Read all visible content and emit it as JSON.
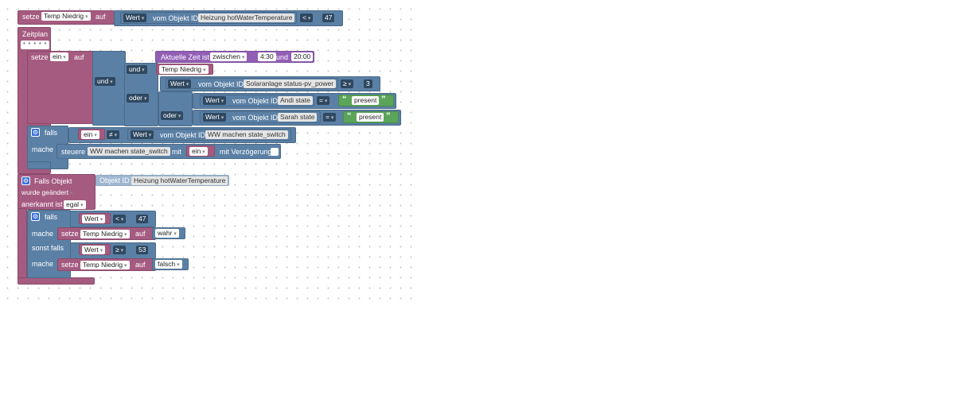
{
  "blocks": {
    "set1": {
      "setze": "setze",
      "variable": "Temp Niedrig",
      "auf": "auf",
      "value_wert": "Wert",
      "vom_objekt_id": "vom Objekt ID",
      "object_id": "Heizung hotWaterTemperature",
      "op": "<",
      "number": "47"
    },
    "zeitplan": {
      "label": "Zeitplan",
      "cron": "* * * * *",
      "set": {
        "setze": "setze",
        "variable": "ein",
        "auf": "auf",
        "und_outer": "und",
        "zeit": {
          "label": "Aktuelle Zeit ist",
          "mode": "zwischen",
          "from": "4:30",
          "und": "und",
          "to": "20:00"
        },
        "und_inner": "und",
        "temp_var": "Temp Niedrig",
        "solar": {
          "wert": "Wert",
          "vom_objekt_id": "vom Objekt ID",
          "object_id": "Solaranlage status-pv_power",
          "op": "≥",
          "number": "3"
        },
        "oder_outer": "oder",
        "andi": {
          "wert": "Wert",
          "vom_objekt_id": "vom Objekt ID",
          "object_id": "Andi state",
          "op": "=",
          "text": "present"
        },
        "oder_inner": "oder",
        "sarah": {
          "wert": "Wert",
          "vom_objekt_id": "vom Objekt ID",
          "object_id": "Sarah state",
          "op": "=",
          "text": "present"
        }
      },
      "falls": {
        "falls": "falls",
        "var": "ein",
        "op": "≠",
        "wert": "Wert",
        "vom_objekt_id": "vom Objekt ID",
        "object_id": "WW machen state_switch",
        "mache": "mache",
        "steuere": "steuere",
        "target": "WW machen state_switch",
        "mit": "mit",
        "value": "ein",
        "mit_verzoegerung": "mit Verzögerung"
      }
    },
    "trigger": {
      "label": "Falls Objekt",
      "objekt_id_label": "Objekt ID",
      "object_id": "Heizung hotWaterTemperature",
      "wurde": "wurde geändert",
      "anerkannt": "anerkannt ist",
      "anerkannt_value": "egal",
      "if1": {
        "falls": "falls",
        "wert": "Wert",
        "op": "<",
        "number": "47",
        "mache": "mache",
        "setze": "setze",
        "variable": "Temp Niedrig",
        "auf": "auf",
        "value": "wahr"
      },
      "elif": {
        "sonst_falls": "sonst falls",
        "wert": "Wert",
        "op": "≥",
        "number": "53",
        "mache": "mache",
        "setze": "setze",
        "variable": "Temp Niedrig",
        "auf": "auf",
        "value": "falsch"
      }
    }
  },
  "colors": {
    "variables": "#a55b80",
    "logic": "#5b80a5",
    "time": "#925fb5",
    "text": "#5ba55b"
  }
}
